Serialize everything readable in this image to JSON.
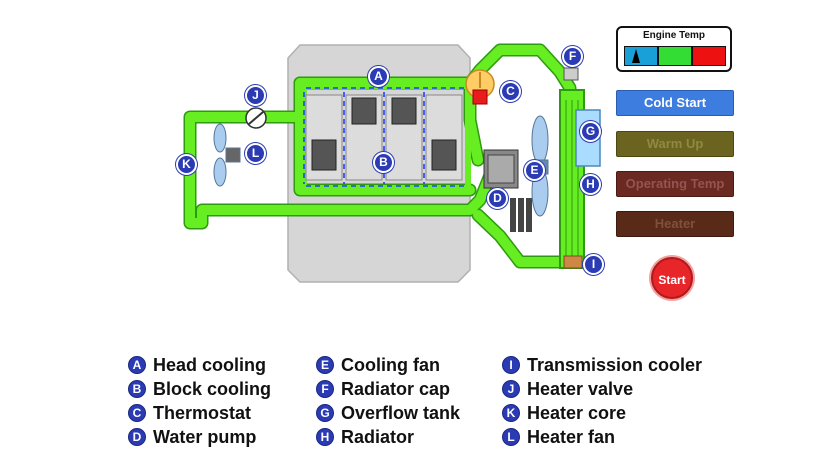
{
  "gauge": {
    "title": "Engine Temp",
    "zones": [
      {
        "color": "#1aa0d8"
      },
      {
        "color": "#33dd33"
      },
      {
        "color": "#ee1111"
      }
    ]
  },
  "controls": {
    "cold_start": "Cold Start",
    "warm_up": "Warm Up",
    "operating_temp": "Operating Temp",
    "heater": "Heater",
    "start": "Start"
  },
  "markers": {
    "A": "A",
    "B": "B",
    "C": "C",
    "D": "D",
    "E": "E",
    "F": "F",
    "G": "G",
    "H": "H",
    "I": "I",
    "J": "J",
    "K": "K",
    "L": "L"
  },
  "legend": [
    {
      "letter": "A",
      "label": "Head cooling"
    },
    {
      "letter": "B",
      "label": "Block cooling"
    },
    {
      "letter": "C",
      "label": "Thermostat"
    },
    {
      "letter": "D",
      "label": "Water pump"
    },
    {
      "letter": "E",
      "label": "Cooling fan"
    },
    {
      "letter": "F",
      "label": "Radiator cap"
    },
    {
      "letter": "G",
      "label": "Overflow tank"
    },
    {
      "letter": "H",
      "label": "Radiator"
    },
    {
      "letter": "I",
      "label": "Transmission cooler"
    },
    {
      "letter": "J",
      "label": "Heater valve"
    },
    {
      "letter": "K",
      "label": "Heater core"
    },
    {
      "letter": "L",
      "label": "Heater fan"
    }
  ],
  "colors": {
    "coolant": "#66ee22",
    "coolant_edge": "#2e9a10",
    "engine_block": "#d4d4d4",
    "marker": "#2b3bb3",
    "flow_arrows": "#1f3fff"
  }
}
